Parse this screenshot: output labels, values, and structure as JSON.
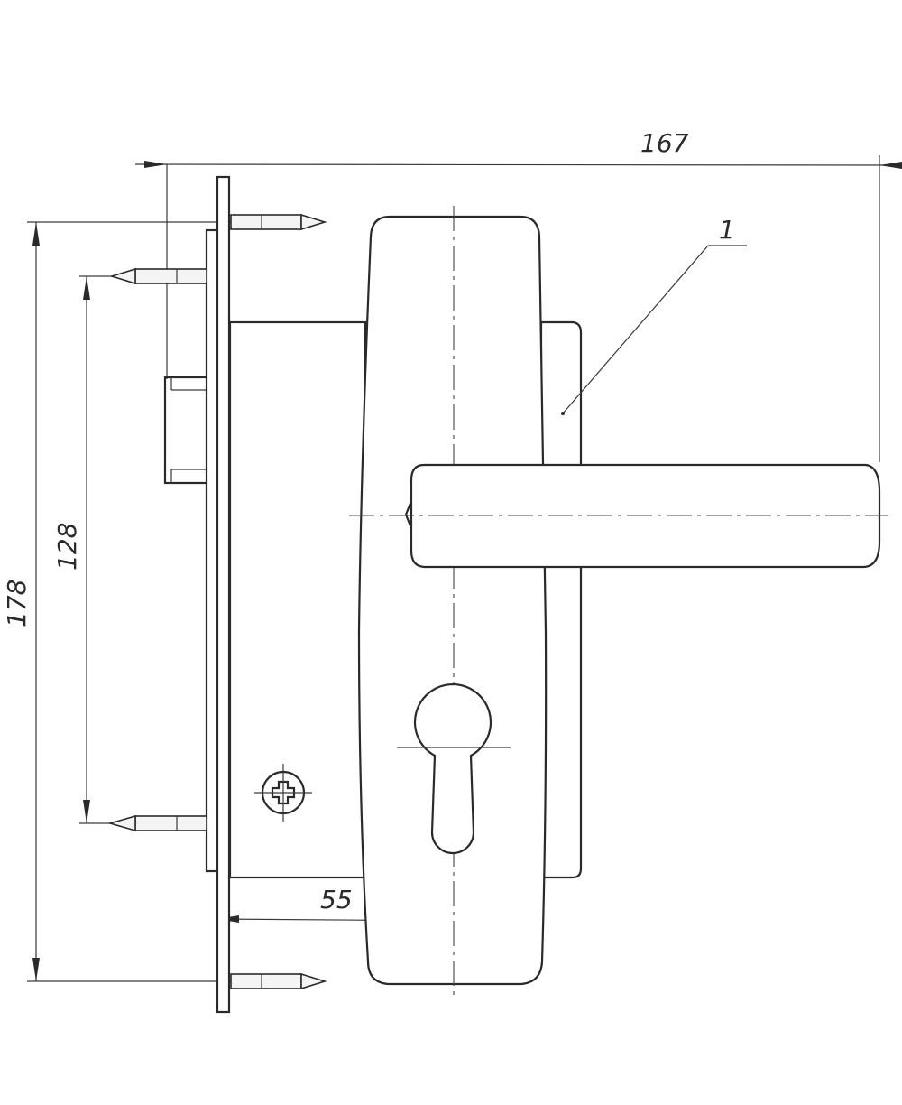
{
  "dimensions": {
    "overall_width": "167",
    "overall_height": "178",
    "screw_spacing": "128",
    "backset": "55"
  },
  "callouts": {
    "position_1": "1"
  },
  "colors": {
    "line": "#2a2a2a",
    "background": "#ffffff"
  }
}
